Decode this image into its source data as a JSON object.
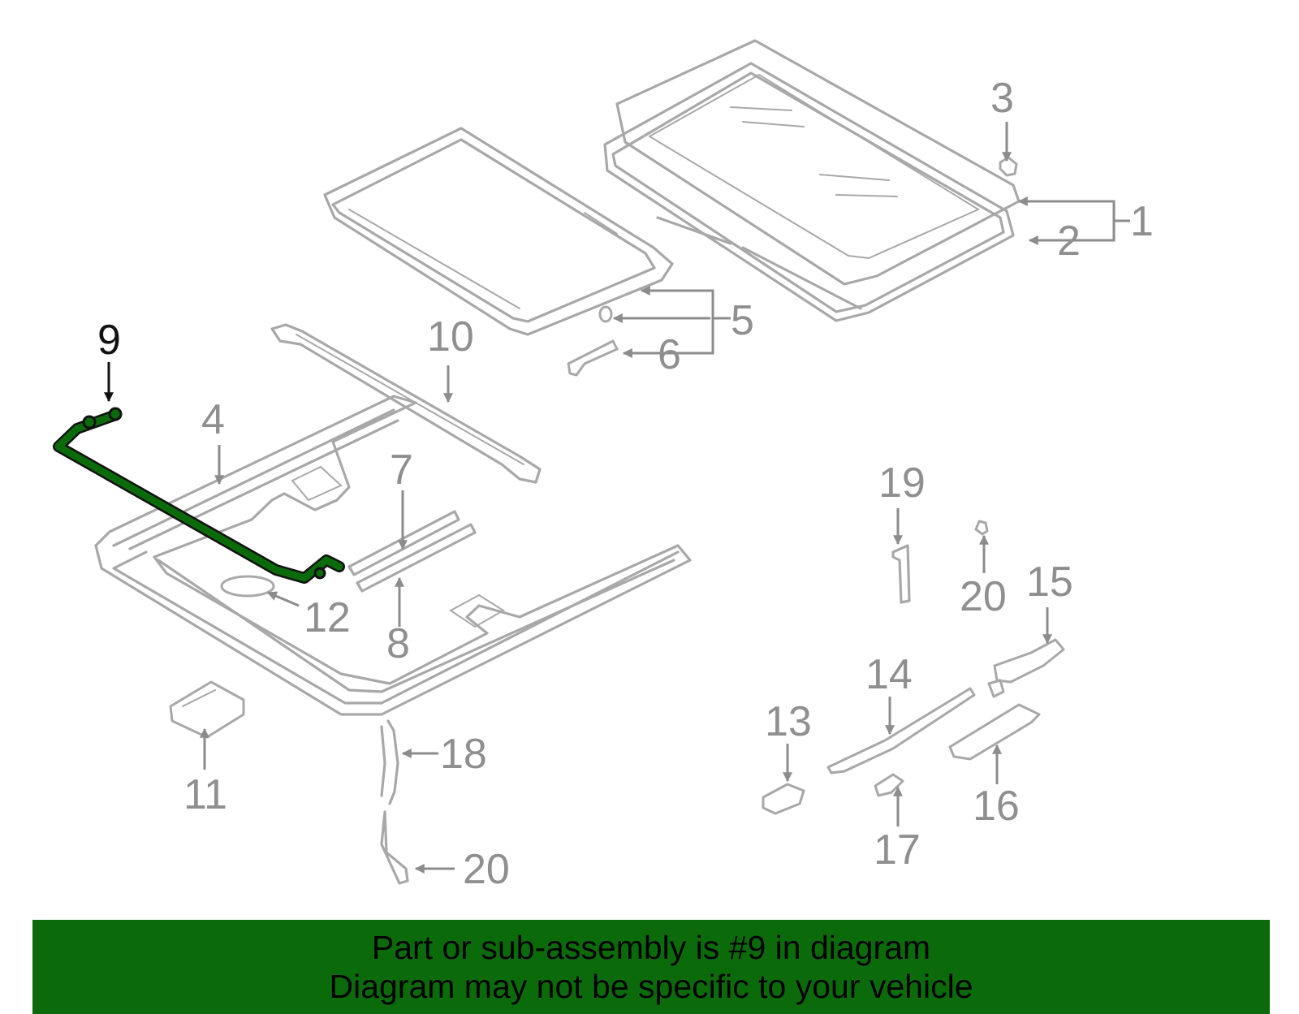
{
  "highlight_color": "#0b6b0b",
  "callouts": {
    "c1": "1",
    "c2": "2",
    "c3": "3",
    "c4": "4",
    "c5": "5",
    "c6": "6",
    "c7": "7",
    "c8": "8",
    "c9": "9",
    "c10": "10",
    "c11": "11",
    "c12": "12",
    "c13": "13",
    "c14": "14",
    "c15": "15",
    "c16": "16",
    "c17": "17",
    "c18": "18",
    "c19": "19",
    "c20a": "20",
    "c20b": "20"
  },
  "banner": {
    "line1": "Part or sub-assembly is #9 in diagram",
    "line2": "Diagram may not be specific to your vehicle"
  }
}
